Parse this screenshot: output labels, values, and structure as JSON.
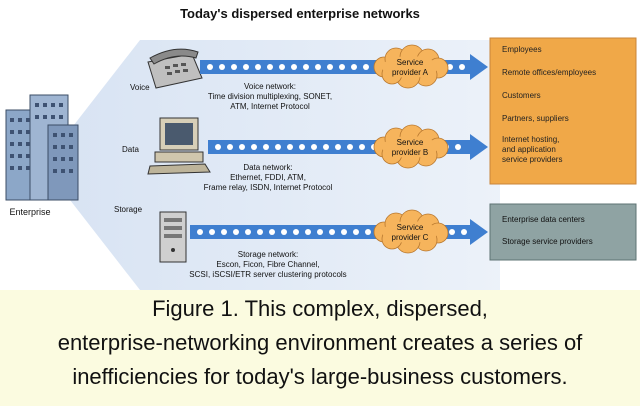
{
  "diagram": {
    "title": "Today's dispersed enterprise networks",
    "enterprise_label": "Enterprise",
    "rows": [
      {
        "kind": "Voice",
        "provider": [
          "Service",
          "provider A"
        ],
        "network": [
          "Voice network:",
          "Time division multiplexing, SONET,",
          "ATM, Internet Protocol"
        ]
      },
      {
        "kind": "Data",
        "provider": [
          "Service",
          "provider B"
        ],
        "network": [
          "Data network:",
          "Ethernet, FDDI, ATM,",
          "Frame relay, ISDN, Internet Protocol"
        ]
      },
      {
        "kind": "Storage",
        "provider": [
          "Service",
          "provider C"
        ],
        "network": [
          "Storage network:",
          "Escon, Ficon, Fibre Channel,",
          "SCSI, iSCSI/ETR server clustering protocols"
        ]
      }
    ],
    "orange_box": {
      "items": [
        [
          "Employees"
        ],
        [
          "Remote offices/employees"
        ],
        [
          "Customers"
        ],
        [
          "Partners, suppliers"
        ],
        [
          "Internet hosting,",
          "and application",
          "service providers"
        ]
      ],
      "color": "#f0a848"
    },
    "gray_box": {
      "items": [
        [
          "Enterprise data centers"
        ],
        [
          "Storage service providers"
        ]
      ],
      "color": "#8fa3a3"
    },
    "colors": {
      "arrow": "#3f7fd0",
      "dot": "#ffffff",
      "cloud": "#f6b45c",
      "beam": "#9fb8d8"
    }
  },
  "caption": {
    "lines": [
      "Figure 1. This complex, dispersed,",
      "enterprise-networking environment creates a series of",
      "inefficiencies for today's large-business customers."
    ]
  }
}
